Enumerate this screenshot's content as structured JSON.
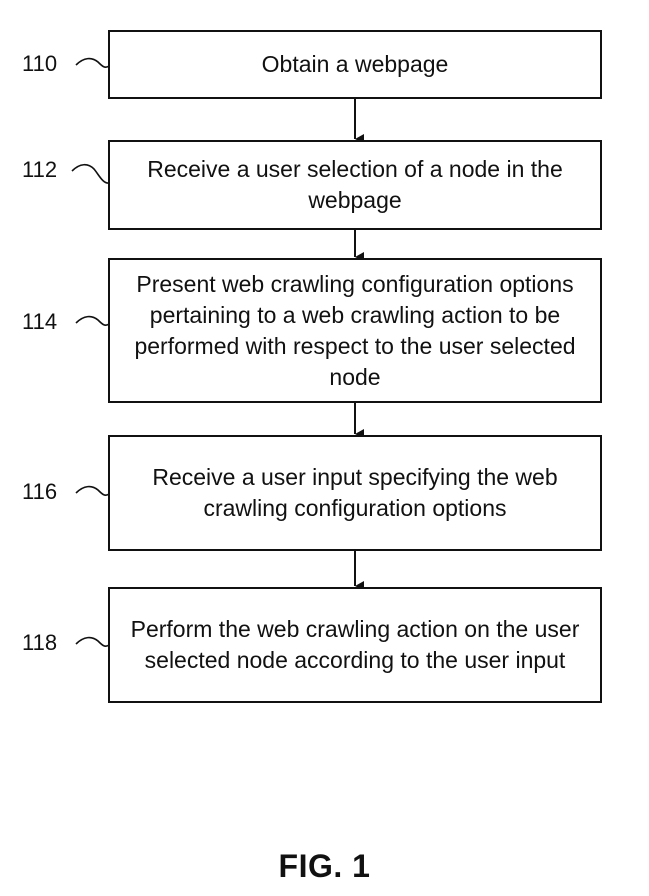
{
  "steps": [
    {
      "ref": "110",
      "text": "Obtain a webpage"
    },
    {
      "ref": "112",
      "text": "Receive a user selection of a node in the webpage"
    },
    {
      "ref": "114",
      "text": "Present web crawling configuration options pertaining to a web crawling action to be performed with respect to the user selected node"
    },
    {
      "ref": "116",
      "text": "Receive a user input specifying the web crawling configuration options"
    },
    {
      "ref": "118",
      "text": "Perform the web crawling action on the user selected node according to the user input"
    }
  ],
  "figure_label": "FIG. 1"
}
